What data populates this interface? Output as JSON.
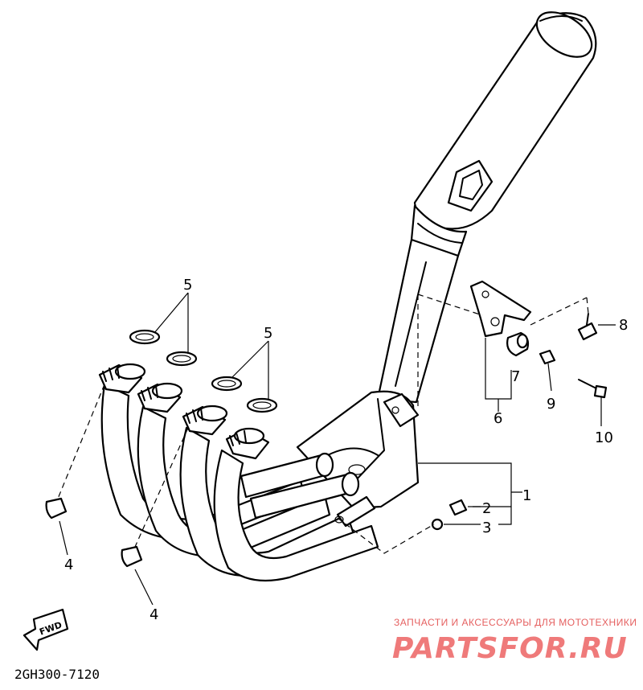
{
  "diagram": {
    "part_code": "2GH300-7120",
    "fwd_label": "FWD",
    "callouts": [
      {
        "id": "c1",
        "label": "1"
      },
      {
        "id": "c2",
        "label": "2"
      },
      {
        "id": "c3",
        "label": "3"
      },
      {
        "id": "c4a",
        "label": "4"
      },
      {
        "id": "c4b",
        "label": "4"
      },
      {
        "id": "c5a",
        "label": "5"
      },
      {
        "id": "c5b",
        "label": "5"
      },
      {
        "id": "c6",
        "label": "6"
      },
      {
        "id": "c7",
        "label": "7"
      },
      {
        "id": "c8",
        "label": "8"
      },
      {
        "id": "c9",
        "label": "9"
      },
      {
        "id": "c10",
        "label": "10"
      }
    ]
  },
  "watermark": {
    "tagline": "ЗАПЧАСТИ И АКСЕССУАРЫ ДЛЯ МОТОТЕХНИКИ",
    "logo_text": "PARTSFOR.RU",
    "color": "#ef7a7a"
  },
  "colors": {
    "line": "#000000",
    "background": "#ffffff"
  }
}
